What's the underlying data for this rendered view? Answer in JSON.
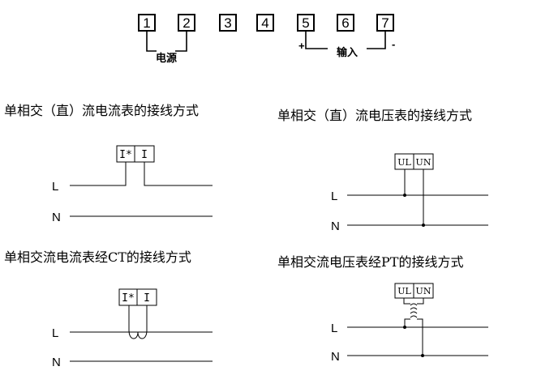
{
  "terminals": [
    "1",
    "2",
    "3",
    "4",
    "5",
    "6",
    "7"
  ],
  "power_label": "电源",
  "input_label": "输入",
  "plus_sign": "+",
  "minus_sign": "-",
  "sections": {
    "ac_current": {
      "title": "单相交（直）流电流表的接线方式",
      "box_left": "I*",
      "box_right": "I",
      "line_l": "L",
      "line_n": "N"
    },
    "ac_voltage": {
      "title": "单相交（直）流电压表的接线方式",
      "box_left": "UL",
      "box_right": "UN",
      "line_l": "L",
      "line_n": "N"
    },
    "ct_current": {
      "title": "单相交流电流表经CT的接线方式",
      "box_left": "I*",
      "box_right": "I",
      "line_l": "L",
      "line_n": "N"
    },
    "pt_voltage": {
      "title": "单相交流电压表经PT的接线方式",
      "box_left": "UL",
      "box_right": "UN",
      "line_l": "L",
      "line_n": "N"
    }
  }
}
